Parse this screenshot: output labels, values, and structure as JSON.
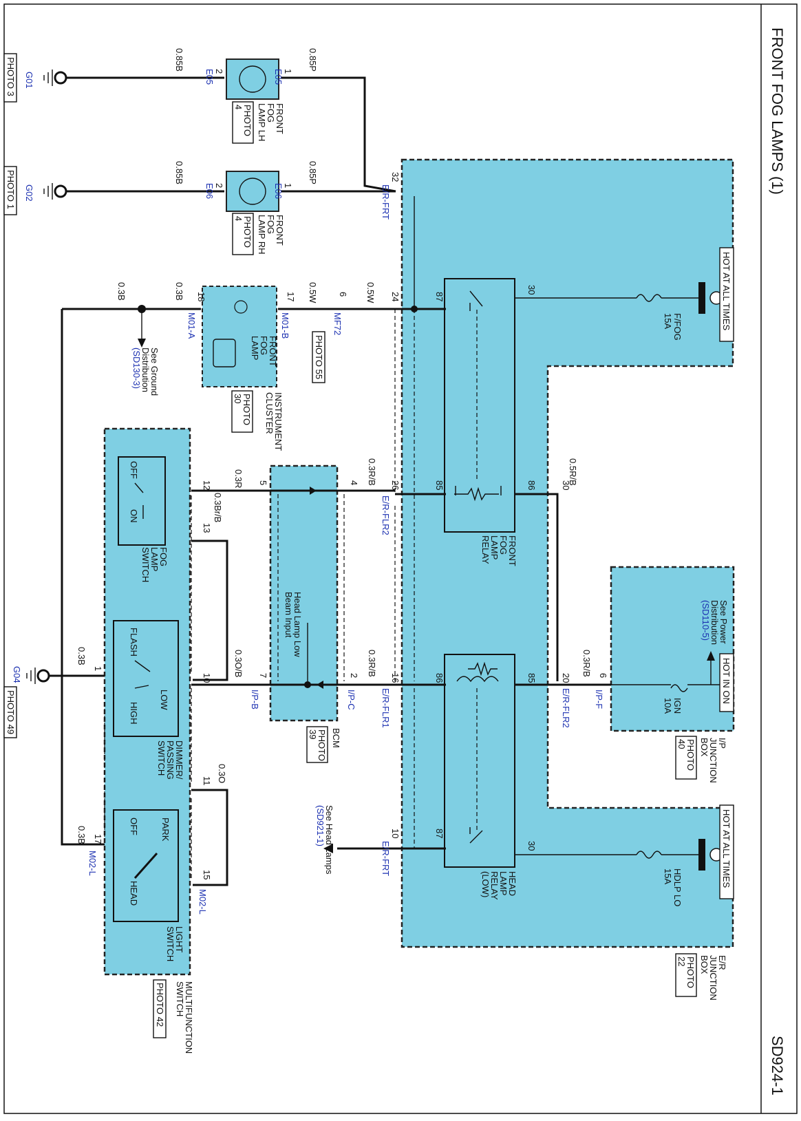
{
  "title": "FRONT FOG LAMPS (1)",
  "page_code": "SD924-1",
  "hot_labels": {
    "hot_all_times_1": "HOT AT ALL TIMES",
    "hot_in_on": "HOT IN ON",
    "hot_all_times_2": "HOT AT ALL TIMES"
  },
  "fuses": {
    "ffog": "F/FOG",
    "ffog_rating": "15A",
    "ign": "IGN",
    "ign_rating": "10A",
    "hdlp": "HDLP LO",
    "hdlp_rating": "15A"
  },
  "boxes": {
    "er_junction": [
      "E/R",
      "JUNCTION",
      "BOX"
    ],
    "er_junction_photo": [
      "PHOTO",
      "22"
    ],
    "ip_junction": [
      "I/P",
      "JUNCTION",
      "BOX"
    ],
    "ip_junction_photo": [
      "PHOTO",
      "40"
    ],
    "bcm": "BCM",
    "bcm_photo": [
      "PHOTO",
      "39"
    ],
    "multifunction": [
      "MULTIFUNCTION",
      "SWITCH"
    ],
    "multifunction_photo": "PHOTO 42",
    "cluster": [
      "INSTRUMENT",
      "CLUSTER"
    ],
    "cluster_photo": [
      "PHOTO",
      "30"
    ]
  },
  "relays": {
    "fog_relay": [
      "FRONT",
      "FOG",
      "LAMP",
      "RELAY"
    ],
    "head_relay": [
      "HEAD",
      "LAMP",
      "RELAY",
      "(LOW)"
    ]
  },
  "lamps": {
    "lh": [
      "FRONT",
      "FOG",
      "LAMP LH"
    ],
    "lh_photo": [
      "PHOTO",
      "4"
    ],
    "rh": [
      "FRONT",
      "FOG",
      "LAMP RH"
    ],
    "rh_photo": [
      "PHOTO",
      "4"
    ],
    "indicator": [
      "FRONT",
      "FOG",
      "LAMP"
    ]
  },
  "switches": {
    "fog": [
      "FOG",
      "LAMP",
      "SWITCH"
    ],
    "fog_off": "OFF",
    "fog_on": "ON",
    "dimmer": [
      "DIMMER/",
      "PASSING",
      "SWITCH"
    ],
    "flash": "FLASH",
    "low": "LOW",
    "high": "HIGH",
    "light": [
      "LIGHT",
      "SWITCH"
    ],
    "park": "PARK",
    "off": "OFF",
    "head": "HEAD"
  },
  "grounds": {
    "g01": "G01",
    "g01_photo": "PHOTO 3",
    "g02": "G02",
    "g02_photo": "PHOTO 1",
    "g04": "G04",
    "g04_photo": "PHOTO 49"
  },
  "references": {
    "ground_dist": [
      "See Ground",
      "Distribution"
    ],
    "ground_dist_code": "(SD130-3)",
    "power_dist": [
      "See Power",
      "Distribution"
    ],
    "power_dist_code": "(SD110-5)",
    "head_lamps": [
      "See Head Lamps"
    ],
    "head_lamps_code": "(SD921-1)",
    "bcm_input": [
      "Head Lamp Low",
      "Beam Input"
    ]
  },
  "connectors": {
    "e05a": "E05",
    "e05b": "E05",
    "e06a": "E06",
    "e06b": "E06",
    "er_frt_a": "E/R-FRT",
    "er_frt_b": "E/R-FRT",
    "er_flr2_a": "E/R-FLR2",
    "er_flr2_b": "E/R-FLR2",
    "er_flr1": "E/R-FLR1",
    "m01a": "M01-A",
    "m01b": "M01-B",
    "mf72": "MF72",
    "mf72_photo": "PHOTO 55",
    "ipb": "I/P-B",
    "ipc": "I/P-C",
    "ipf": "I/P-F",
    "m02l_a": "M02-L",
    "m02l_b": "M02-L"
  },
  "wires": {
    "w1": "0.85B",
    "w2": "0.85P",
    "w3": "0.85B",
    "w4": "0.85P",
    "w5": "0.3B",
    "w6": "0.3B",
    "w7": "0.5W",
    "w8": "0.5W",
    "w9": "0.3R",
    "w10": "0.3R/B",
    "w11": "0.3Br/B",
    "w12": "0.3O/B",
    "w13": "0.3R/B",
    "w14": "0.3R/B",
    "w15": "0.5R/B",
    "w16": "0.3O",
    "w17": "0.3B",
    "w18": "0.3B"
  },
  "pins": {
    "p2a": "2",
    "p1a": "1",
    "p2b": "2",
    "p1b": "1",
    "p32": "32",
    "p24": "24",
    "p6a": "6",
    "p17a": "17",
    "p18": "18",
    "p87a": "87",
    "p30a": "30",
    "p85a": "85",
    "p86a": "86",
    "p26": "26",
    "p4": "4",
    "p5": "5",
    "p12": "12",
    "p13": "13",
    "p30w": "30",
    "p86b": "86",
    "p85b": "85",
    "p87b": "87",
    "p30b": "30",
    "p16": "16",
    "p2c": "2",
    "p7": "7",
    "p10": "10",
    "p1c": "1",
    "p20": "20",
    "p6b": "6",
    "p10b": "10",
    "p11": "11",
    "p15": "15",
    "p17b": "17"
  }
}
